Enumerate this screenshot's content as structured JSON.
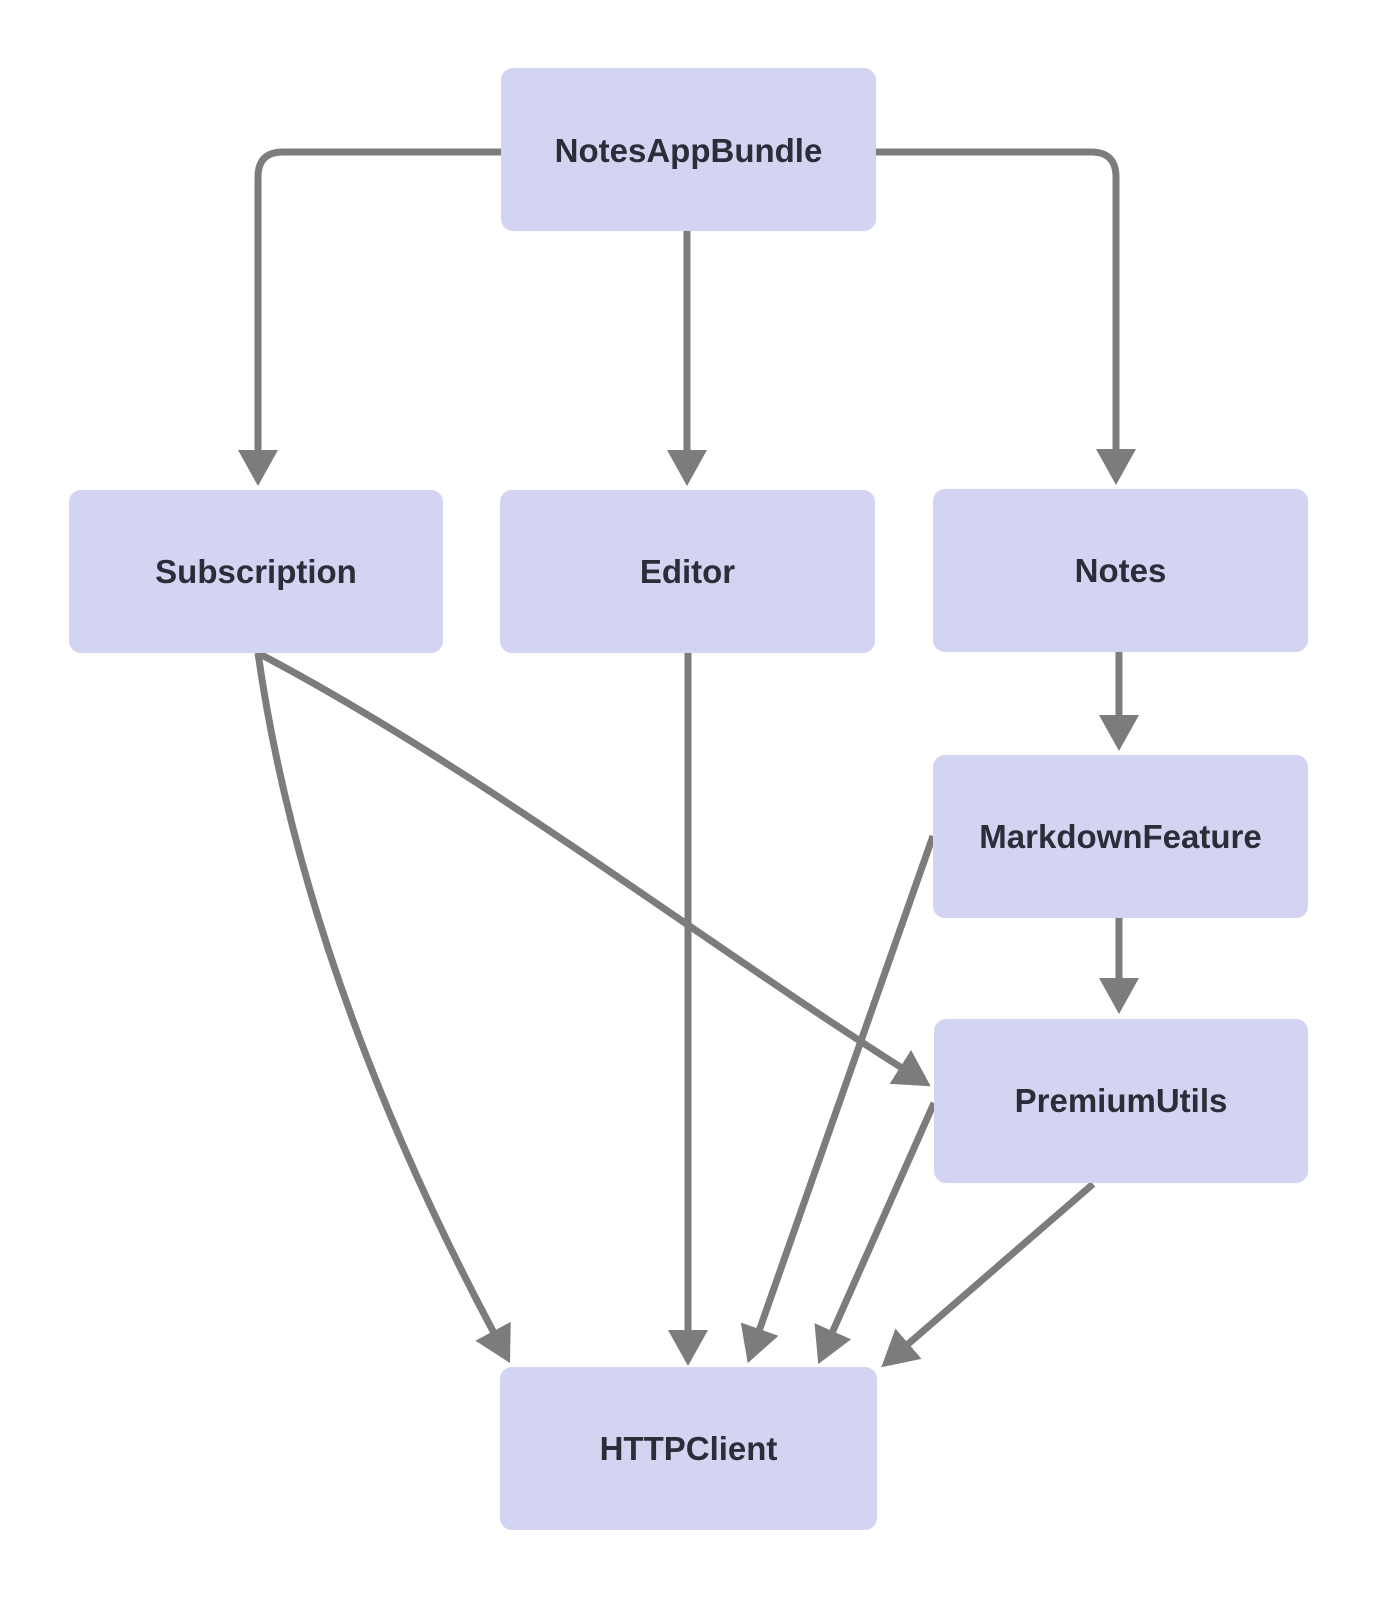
{
  "diagram": {
    "type": "flowchart",
    "direction": "top-down",
    "colors": {
      "background": "#ffffff",
      "node_fill": "#d3d4f1",
      "node_text": "#2a2e38",
      "edge": "#7c7c7c"
    },
    "nodes": [
      {
        "id": "NotesAppBundle",
        "label": "NotesAppBundle"
      },
      {
        "id": "Subscription",
        "label": "Subscription"
      },
      {
        "id": "Editor",
        "label": "Editor"
      },
      {
        "id": "Notes",
        "label": "Notes"
      },
      {
        "id": "MarkdownFeature",
        "label": "MarkdownFeature"
      },
      {
        "id": "PremiumUtils",
        "label": "PremiumUtils"
      },
      {
        "id": "HTTPClient",
        "label": "HTTPClient"
      }
    ],
    "edges": [
      {
        "from": "NotesAppBundle",
        "to": "Subscription"
      },
      {
        "from": "NotesAppBundle",
        "to": "Editor"
      },
      {
        "from": "NotesAppBundle",
        "to": "Notes"
      },
      {
        "from": "Notes",
        "to": "MarkdownFeature"
      },
      {
        "from": "MarkdownFeature",
        "to": "PremiumUtils"
      },
      {
        "from": "Subscription",
        "to": "PremiumUtils"
      },
      {
        "from": "Subscription",
        "to": "HTTPClient"
      },
      {
        "from": "Editor",
        "to": "HTTPClient"
      },
      {
        "from": "MarkdownFeature",
        "to": "HTTPClient"
      },
      {
        "from": "PremiumUtils",
        "to": "HTTPClient",
        "anchor": "left"
      },
      {
        "from": "PremiumUtils",
        "to": "HTTPClient",
        "anchor": "bottom"
      }
    ]
  }
}
